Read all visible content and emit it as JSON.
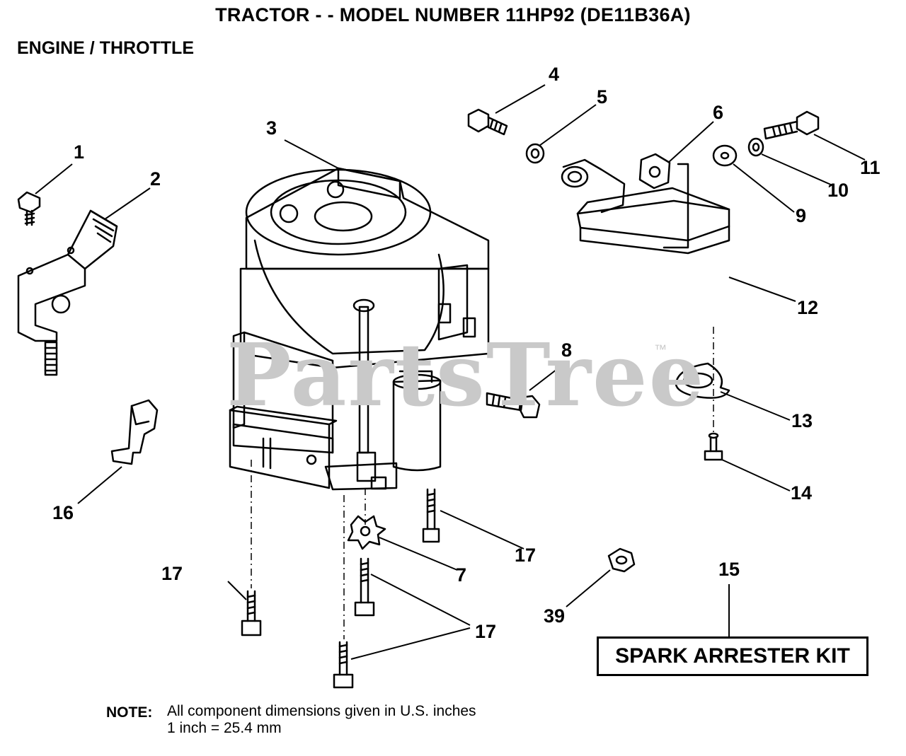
{
  "header": {
    "title": "TRACTOR - - MODEL NUMBER 11HP92 (DE11B36A)",
    "subtitle": "ENGINE / THROTTLE"
  },
  "watermark": {
    "text": "PartsTree",
    "tm": "™"
  },
  "callouts": {
    "c1": "1",
    "c2": "2",
    "c3": "3",
    "c4": "4",
    "c5": "5",
    "c6": "6",
    "c7": "7",
    "c8": "8",
    "c9": "9",
    "c10": "10",
    "c11": "11",
    "c12": "12",
    "c13": "13",
    "c14": "14",
    "c15": "15",
    "c16": "16",
    "c17a": "17",
    "c17b": "17",
    "c17c": "17",
    "c39": "39"
  },
  "kit_label": "SPARK ARRESTER KIT",
  "note": {
    "label": "NOTE:",
    "line1": "All component dimensions given in U.S. inches",
    "line2": "1 inch = 25.4 mm"
  }
}
